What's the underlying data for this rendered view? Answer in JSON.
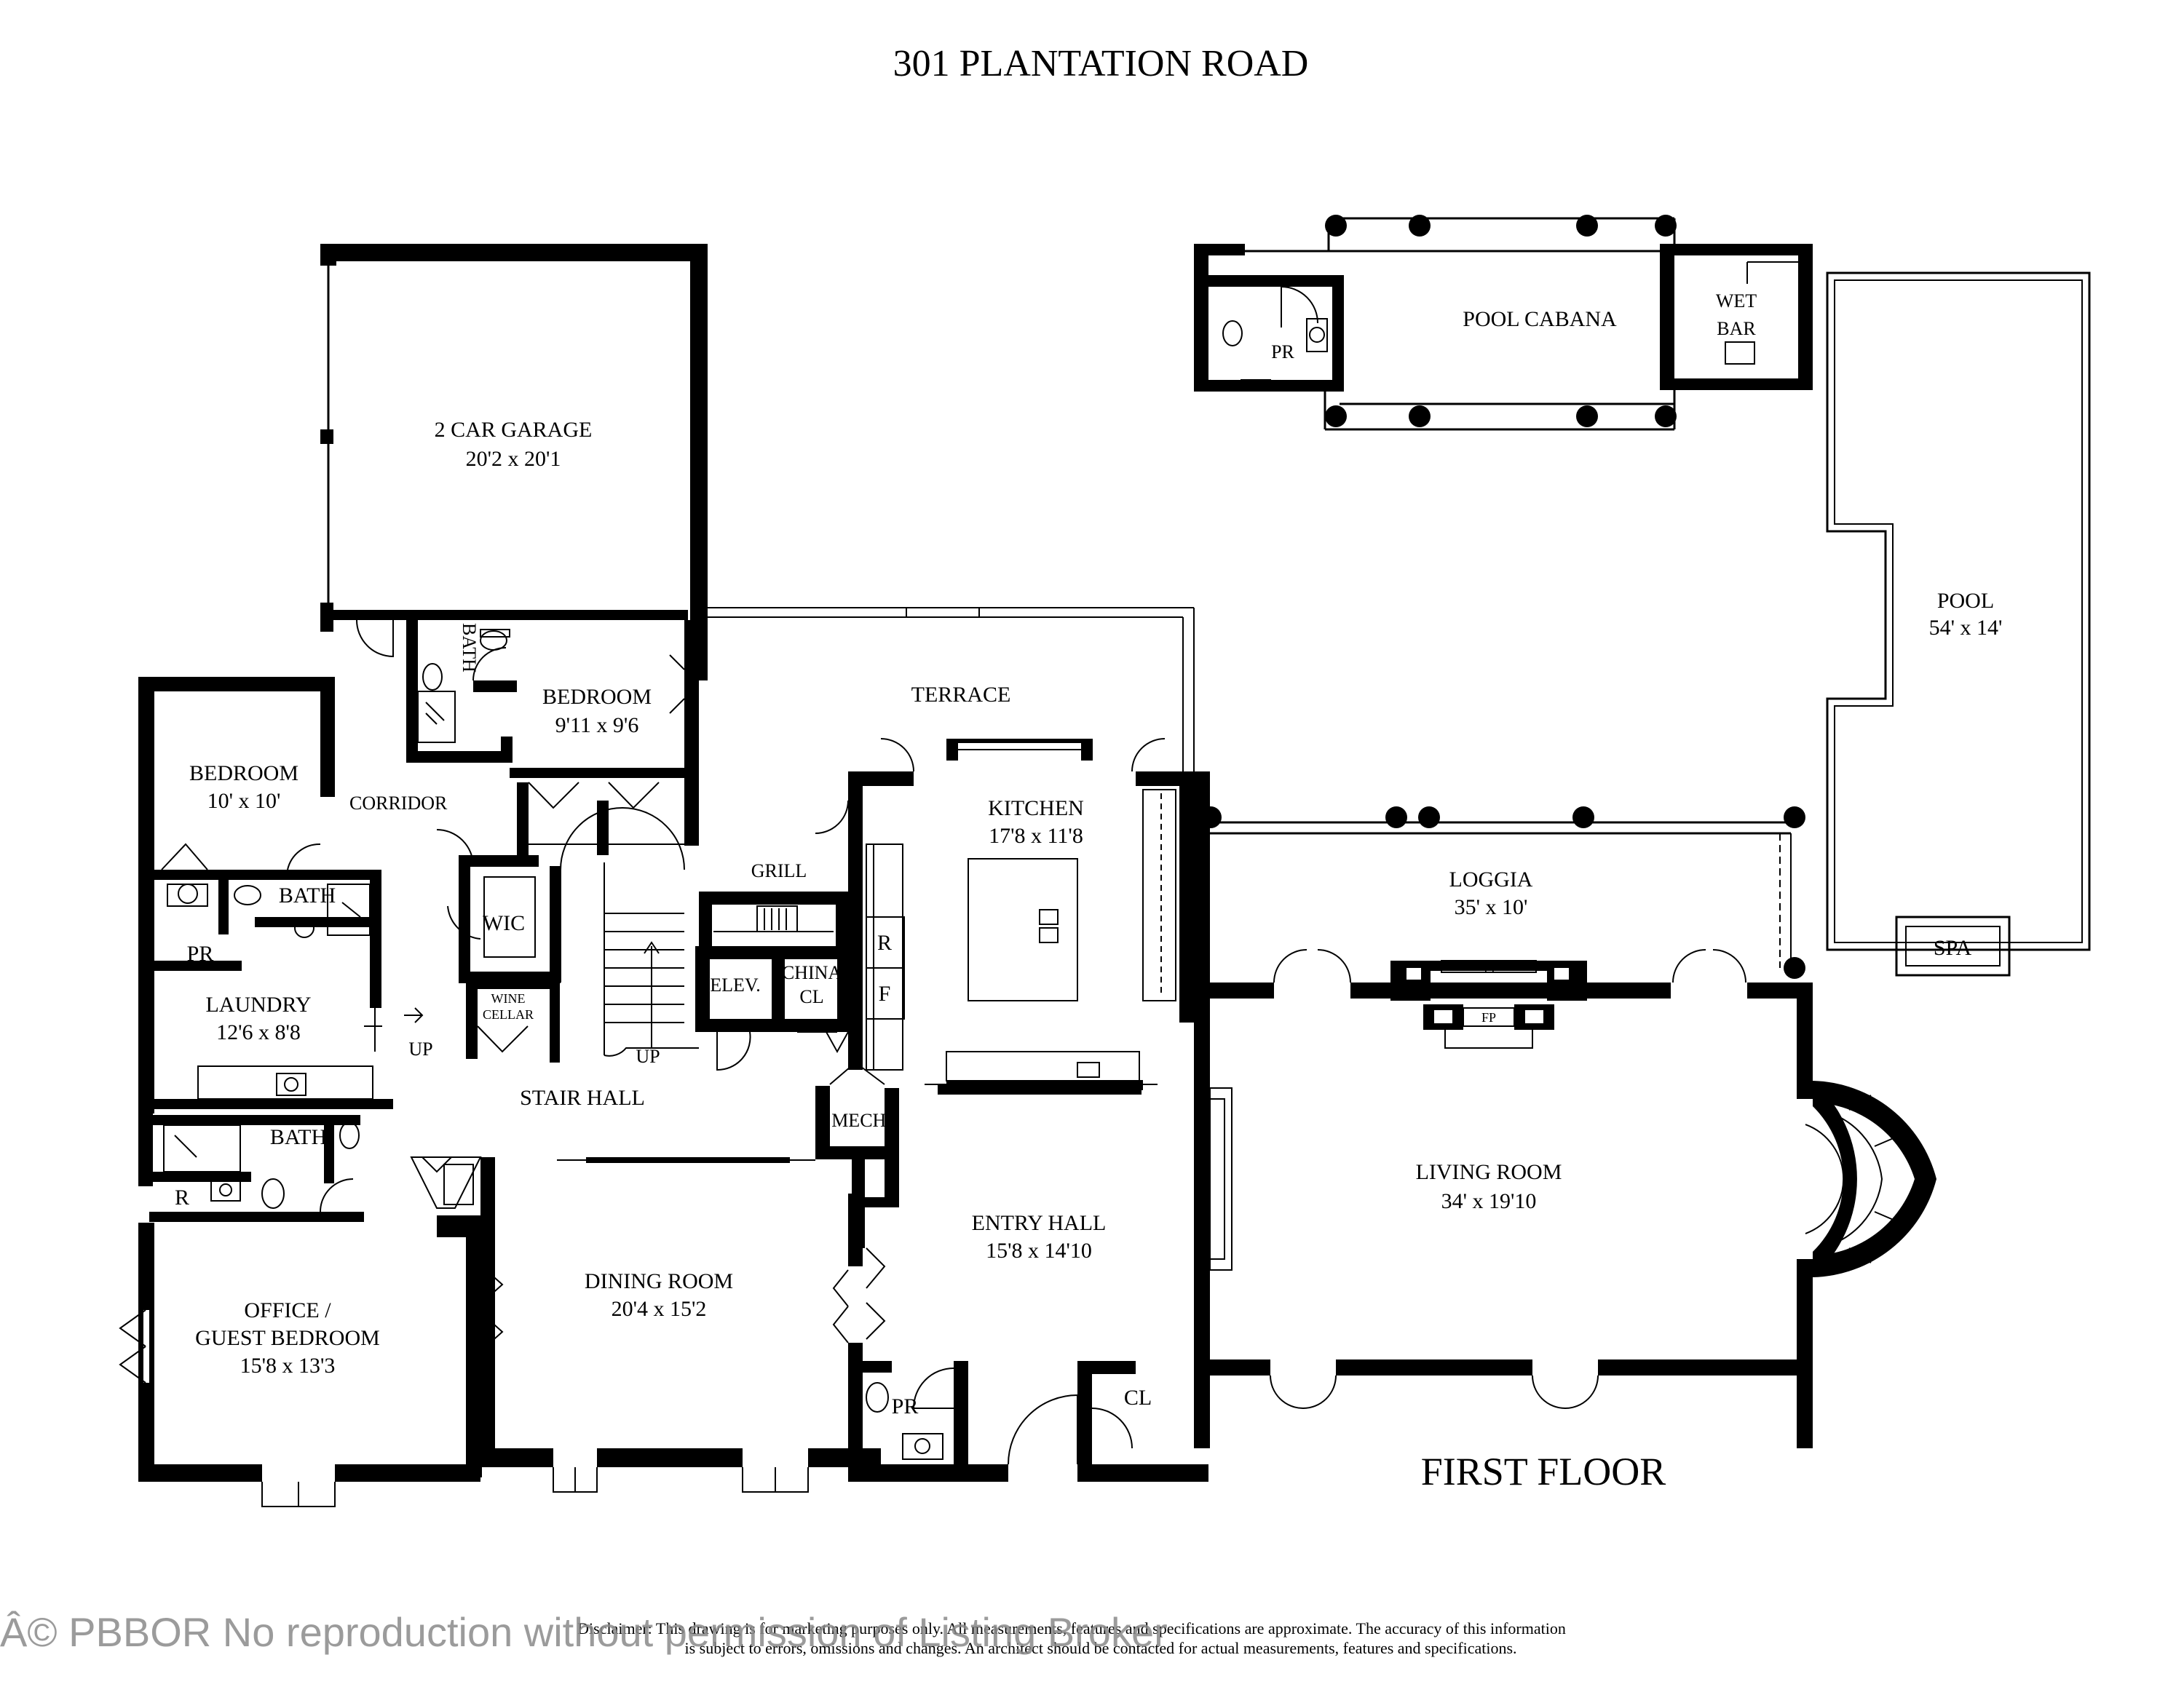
{
  "title": "301 PLANTATION ROAD",
  "floor_label": "FIRST  FLOOR",
  "rooms": {
    "garage": {
      "name": "2 CAR GARAGE",
      "size": "20'2 x 20'1"
    },
    "pool_cabana": {
      "name": "POOL CABANA"
    },
    "cabana_pr": {
      "name": "PR"
    },
    "wet_bar": {
      "line1": "WET",
      "line2": "BAR"
    },
    "pool": {
      "name": "POOL",
      "size": "54' x 14'"
    },
    "spa": {
      "name": "SPA"
    },
    "terrace": {
      "name": "TERRACE"
    },
    "bath_top": {
      "name": "BATH"
    },
    "bedroom_top": {
      "name": "BEDROOM",
      "size": "9'11 x 9'6"
    },
    "bedroom_left": {
      "name": "BEDROOM",
      "size": "10' x 10'"
    },
    "corridor": {
      "name": "CORRIDOR"
    },
    "bath_mid": {
      "name": "BATH"
    },
    "pr_left": {
      "name": "PR"
    },
    "wic": {
      "name": "WIC"
    },
    "grill": {
      "name": "GRILL"
    },
    "kitchen": {
      "name": "KITCHEN",
      "size": "17'8 x 11'8"
    },
    "fridge": {
      "name": "R"
    },
    "freezer": {
      "name": "F"
    },
    "loggia": {
      "name": "LOGGIA",
      "size": "35' x 10'"
    },
    "fp_top": {
      "name": "FP"
    },
    "fp_bottom": {
      "name": "FP"
    },
    "laundry": {
      "name": "LAUNDRY",
      "size": "12'6 x 8'8"
    },
    "wine_cellar": {
      "line1": "WINE",
      "line2": "CELLAR"
    },
    "elev": {
      "name": "ELEV."
    },
    "china_cl": {
      "line1": "CHINA",
      "line2": "CL"
    },
    "stair_up_1": {
      "name": "UP"
    },
    "stair_up_2": {
      "name": "UP"
    },
    "stair_hall": {
      "name": "STAIR HALL"
    },
    "mech": {
      "name": "MECH."
    },
    "bath_low": {
      "name": "BATH"
    },
    "r_low": {
      "name": "R"
    },
    "living_room": {
      "name": "LIVING ROOM",
      "size": "34' x 19'10"
    },
    "entry_hall": {
      "name": "ENTRY HALL",
      "size": "15'8 x 14'10"
    },
    "office": {
      "line1": "OFFICE /",
      "line2": "GUEST BEDROOM",
      "size": "15'8 x 13'3"
    },
    "dining_room": {
      "name": "DINING ROOM",
      "size": "20'4 x 15'2"
    },
    "pr_entry": {
      "name": "PR"
    },
    "cl_entry": {
      "name": "CL"
    }
  },
  "disclaimer": {
    "line1": "Disclaimer: This drawing is for marketing purposes only. All measurements, features and specifications are approximate. The accuracy of this information",
    "line2": "is subject to errors, omissions and changes. An architect should be contacted for actual measurements, features and specifications."
  },
  "watermark": "Â© PBBOR No reproduction without permission of Listing Broker"
}
